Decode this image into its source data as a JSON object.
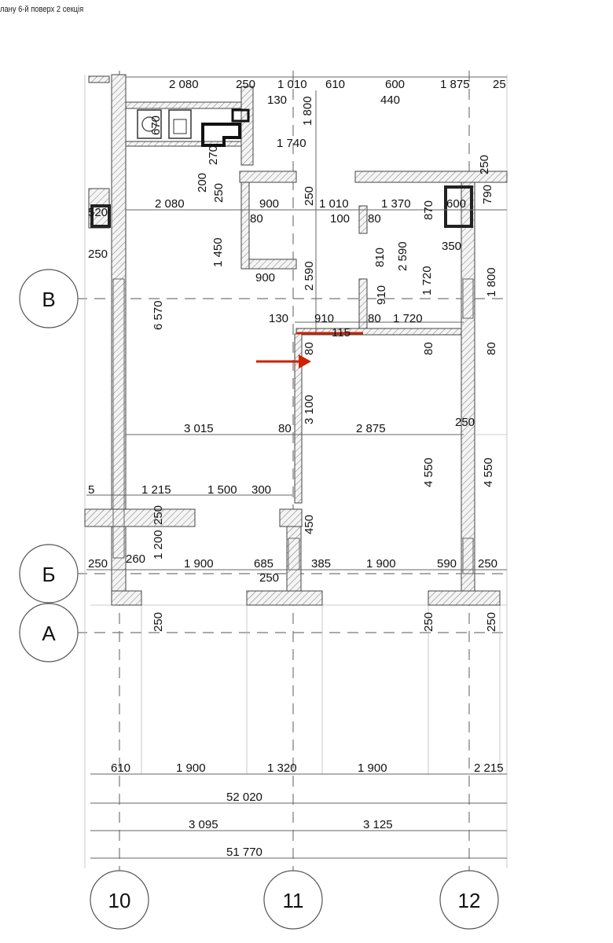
{
  "caption": "лану 6-й поверх 2 секція",
  "axes": {
    "v": "В",
    "b": "Б",
    "a": "А",
    "ax10": "10",
    "ax11": "11",
    "ax12": "12"
  },
  "dims": {
    "t_2080": "2 080",
    "t_250": "250",
    "t_1010": "1 010",
    "t_610": "610",
    "t_600": "600",
    "t_1875": "1 875",
    "t_25": "25",
    "t_130": "130",
    "t_440": "440",
    "t_1800": "1 800",
    "t_670": "670",
    "t_1740": "1 740",
    "t_270": "270",
    "t_200": "200",
    "t_250b": "250",
    "t_900": "900",
    "t_250c": "250",
    "t_250d": "250",
    "t_790": "790",
    "l_2080": "2 080",
    "l_80a": "80",
    "l_1010": "1 010",
    "l_100": "100",
    "l_80b": "80",
    "l_1370": "1 370",
    "l_870": "870",
    "l_600": "600",
    "l_520": "520",
    "l_250": "250",
    "l_1450": "1 450",
    "l_810": "810",
    "l_2590a": "2 590",
    "l_350": "350",
    "l_900": "900",
    "l_2590b": "2 590",
    "l_1720v": "1 720",
    "l_1800": "1 800",
    "l_6570": "6 570",
    "l_910v": "910",
    "m_130": "130",
    "m_910": "910",
    "m_80": "80",
    "m_1720": "1 720",
    "m_115": "115",
    "m_80a": "80",
    "m_80b": "80",
    "m_80c": "80",
    "m_3100": "3 100",
    "m_3015": "3 015",
    "m_80d": "80",
    "m_2875": "2 875",
    "m_250": "250",
    "m_4550a": "4 550",
    "m_4550b": "4 550",
    "r_5": "5",
    "r_1215": "1 215",
    "r_1500": "1 500",
    "r_300": "300",
    "r_250v": "250",
    "r_1200": "1 200",
    "r_450": "450",
    "b_250a": "250",
    "b_260": "260",
    "b_1900a": "1 900",
    "b_685": "685",
    "b_385": "385",
    "b_1900b": "1 900",
    "b_590": "590",
    "b_250b": "250",
    "b_250c": "250",
    "a_250a": "250",
    "a_250b": "250",
    "a_250c": "250",
    "f_610": "610",
    "f_1900a": "1 900",
    "f_1320": "1 320",
    "f_1900b": "1 900",
    "f_2215": "2 215",
    "f_52020": "52 020",
    "f_3095": "3 095",
    "f_3125": "3 125",
    "f_51770": "51 770"
  },
  "colors": {
    "marker": "#cc2200",
    "line": "#444444"
  }
}
